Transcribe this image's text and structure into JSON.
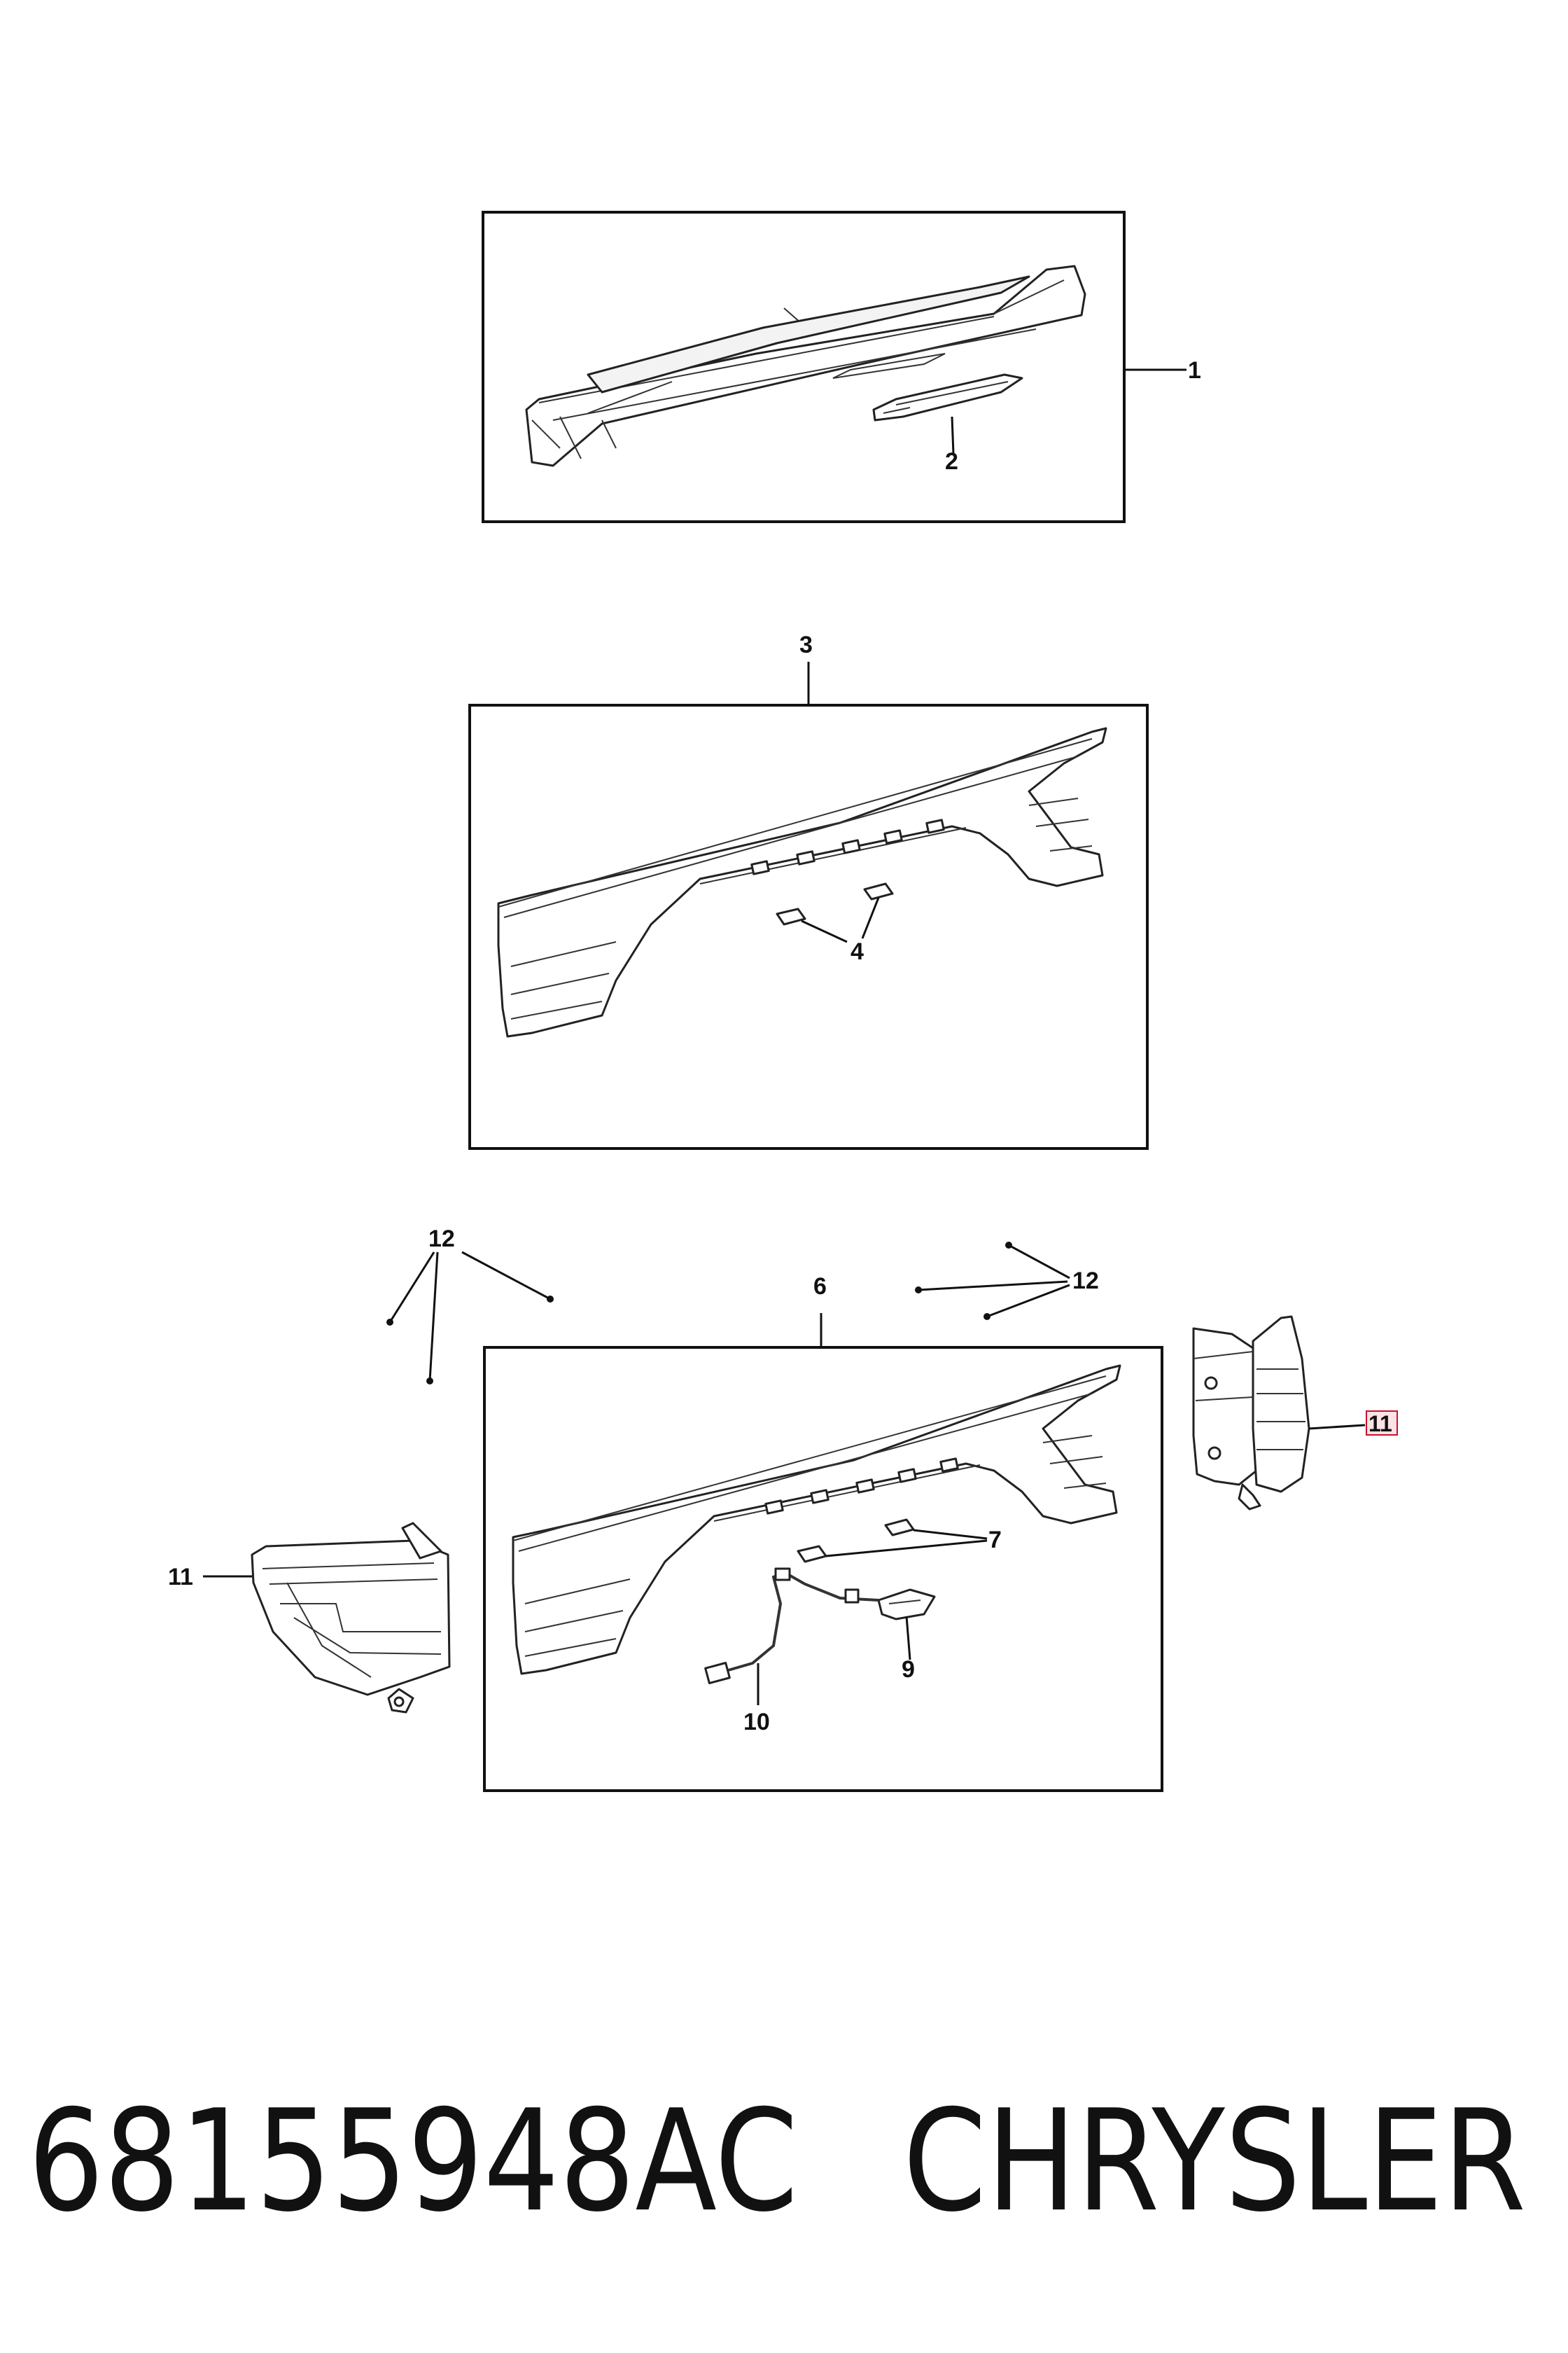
{
  "callouts": {
    "c1": "1",
    "c2": "2",
    "c3": "3",
    "c4": "4",
    "c6": "6",
    "c7": "7",
    "c9": "9",
    "c10": "10",
    "c11_left": "11",
    "c11_right": "11",
    "c12_left": "12",
    "c12_right": "12"
  },
  "footer": {
    "part_number": "68155948AC",
    "brand": "CHRYSLER"
  },
  "colors": {
    "line": "#111111",
    "highlight": "#c8102e"
  }
}
